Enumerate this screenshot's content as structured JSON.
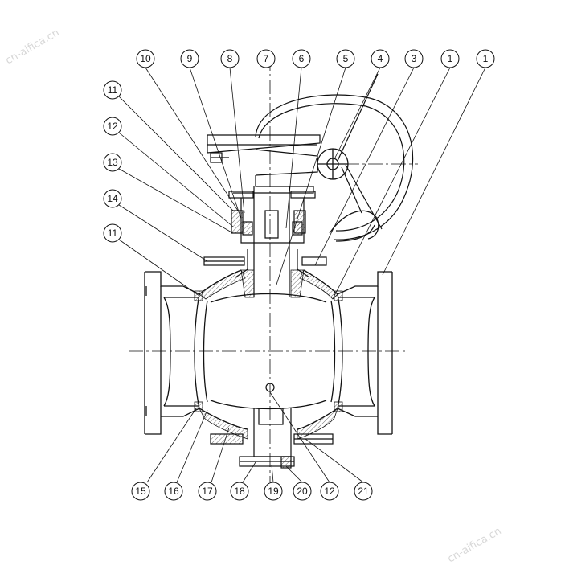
{
  "watermark": "cn-aifica.cn",
  "balloons_top": [
    "10",
    "9",
    "8",
    "7",
    "6",
    "5",
    "4",
    "3",
    "1",
    "1"
  ],
  "balloons_left": [
    "11",
    "12",
    "13",
    "14",
    "11"
  ],
  "balloons_bottom": [
    "15",
    "16",
    "17",
    "18",
    "19",
    "20",
    "12",
    "21"
  ],
  "colors": {
    "line": "#111111",
    "hatch": "#333333",
    "watermark": "#d8d8d8"
  }
}
